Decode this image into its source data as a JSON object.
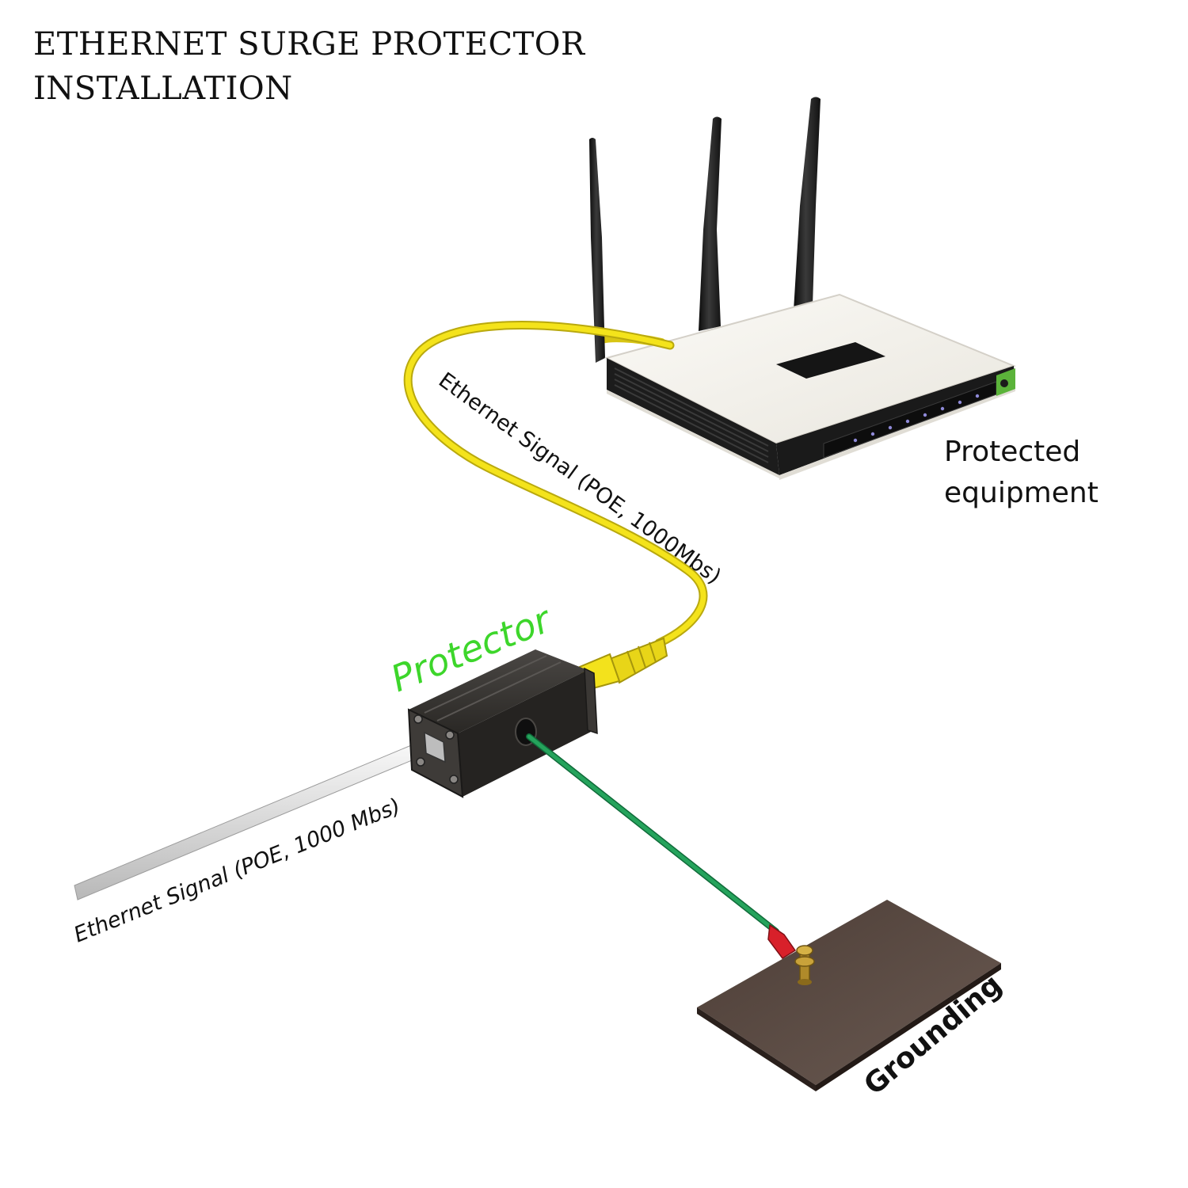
{
  "title": {
    "line1": "ETHERNET SURGE PROTECTOR",
    "line2": "INSTALLATION"
  },
  "labels": {
    "upper_cable": "Ethernet Signal (POE, 1000Mbs)",
    "lower_cable": "Ethernet Signal (POE, 1000 Mbs)",
    "protector": "Protector",
    "protected_line1": "Protected",
    "protected_line2": "equipment",
    "grounding": "Grounding"
  },
  "colors": {
    "cable_yellow": "#f2e21a",
    "ground_wire": "#1f9a55",
    "protector_label": "#3dd62b",
    "router_body": "#f1efe9",
    "protector_body": "#2b2926",
    "ground_plate": "#5a4a42",
    "lug_red": "#d8202a"
  },
  "icons": {
    "router": "wireless-router-icon",
    "protector": "surge-protector-icon",
    "ground_plate": "ground-plate-icon"
  }
}
